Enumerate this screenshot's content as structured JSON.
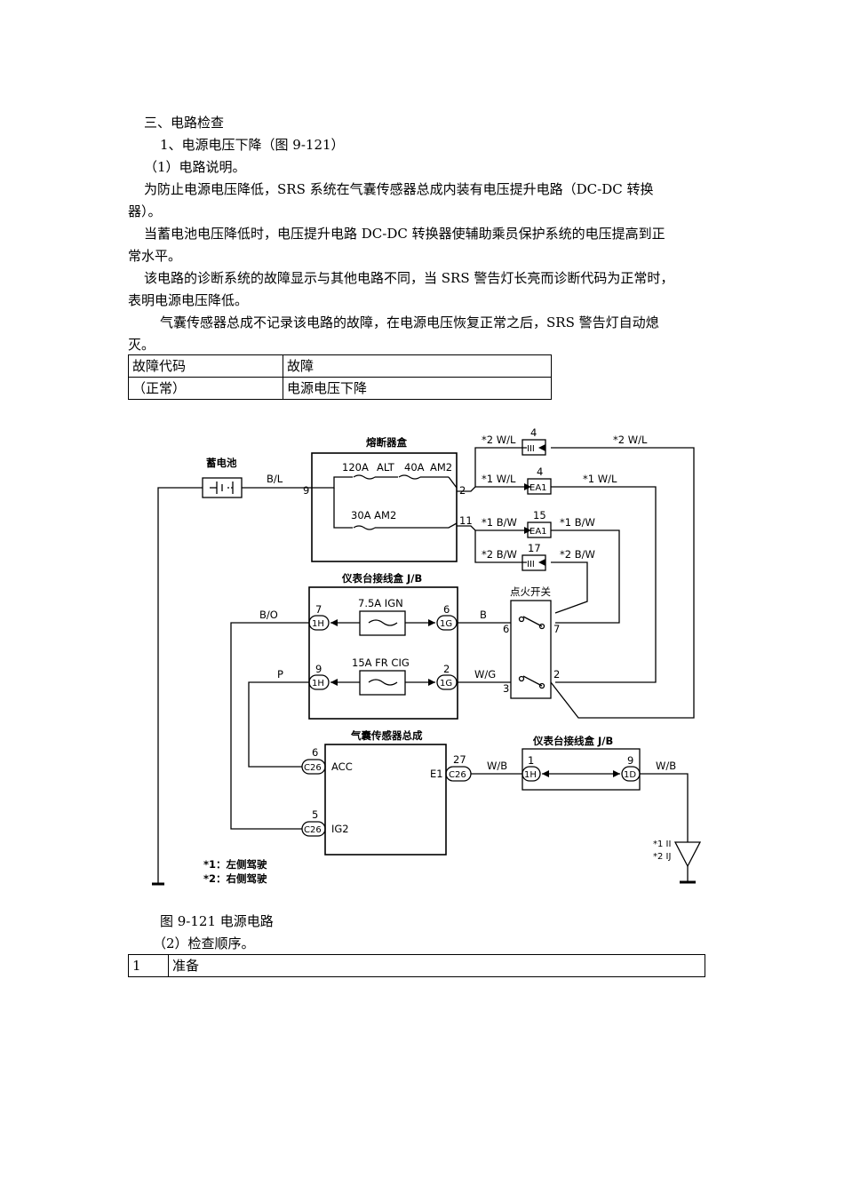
{
  "section_title": "三、电路检查",
  "subsection_title": "1、电源电压下降（图 9-121）",
  "item1_title": "（1）电路说明。",
  "para1_line1": "为防止电源电压降低，SRS 系统在气囊传感器总成内装有电压提升电路（DC-DC 转换",
  "para1_line2": "器）。",
  "para2_line1": "当蓄电池电压降低时，电压提升电路 DC-DC 转换器使辅助乘员保护系统的电压提高到正",
  "para2_line2": "常水平。",
  "para3_line1": "该电路的诊断系统的故障显示与其他电路不同，当 SRS 警告灯长亮而诊断代码为正常时，",
  "para3_line2": "表明电源电压降低。",
  "para4_line1": "气囊传感器总成不记录该电路的故障，在电源电压恢复正常之后，SRS 警告灯自动熄",
  "para4_line2": "灭。",
  "fault_table": {
    "header": [
      "故障代码",
      "故障"
    ],
    "rows": [
      [
        "（正常）",
        "电源电压下降"
      ]
    ]
  },
  "diagram": {
    "battery_label": "蓄电池",
    "fuse_box_label": "熔断器盒",
    "fuse_120a": "120A",
    "fuse_alt": "ALT",
    "fuse_40a": "40A",
    "fuse_am2": "AM2",
    "fuse_30a_am2": "30A  AM2",
    "wire_bl": "B/L",
    "pin_9": "9",
    "pin_2": "2",
    "pin_11": "11",
    "wire_wl_2a": "*2 W/L",
    "wire_wl_1a": "*1 W/L",
    "wire_bw_1a": "*1 B/W",
    "wire_bw_2a": "*2 B/W",
    "conn_4_top": "4",
    "conn_4_mid": "4",
    "conn_15": "15",
    "conn_17": "17",
    "conn_III_top": "III",
    "conn_EA1_a": "EA1",
    "conn_EA1_b": "EA1",
    "conn_III_bottom": "III",
    "wire_wl_2b": "*2 W/L",
    "wire_wl_1b": "*1 W/L",
    "wire_bw_1b": "*1 B/W",
    "wire_bw_2b": "*2 B/W",
    "jb_label": "仪表台接线盒  J/B",
    "fuse_ign": "7.5A IGN",
    "fuse_cig": "15A FR CIG",
    "pin_7": "7",
    "pin_6": "6",
    "pin_9b": "9",
    "pin_2b": "2",
    "conn_1H_a": "1H",
    "conn_1G_a": "1G",
    "conn_1H_b": "1H",
    "conn_1G_b": "1G",
    "wire_bo": "B/O",
    "wire_b": "B",
    "wire_p": "P",
    "wire_wg": "W/G",
    "ignition_label": "点火开关",
    "ign_pin_6": "6",
    "ign_pin_7": "7",
    "ign_pin_3": "3",
    "ign_pin_2": "2",
    "sensor_label": "气囊传感器总成",
    "sensor_acc": "ACC",
    "sensor_ig2": "IG2",
    "sensor_e1": "E1",
    "c26_pin_6": "6",
    "c26_pin_5": "5",
    "c26_pin_27": "27",
    "conn_c26": "C26",
    "wire_wb_a": "W/B",
    "jb2_label": "仪表台接线盒  J/B",
    "jb2_pin_1": "1",
    "jb2_pin_9": "9",
    "conn_1H_c": "1H",
    "conn_1D": "1D",
    "wire_wb_b": "W/B",
    "ground_note_1": "*1 II",
    "ground_note_2": "*2 IJ",
    "legend_1": "*1：左侧驾驶",
    "legend_2": "*2：右侧驾驶"
  },
  "figure_caption": "图 9-121  电源电路",
  "item2_title": "（2）检查顺序。",
  "step_table": {
    "rows": [
      [
        "1",
        "准备"
      ]
    ]
  }
}
